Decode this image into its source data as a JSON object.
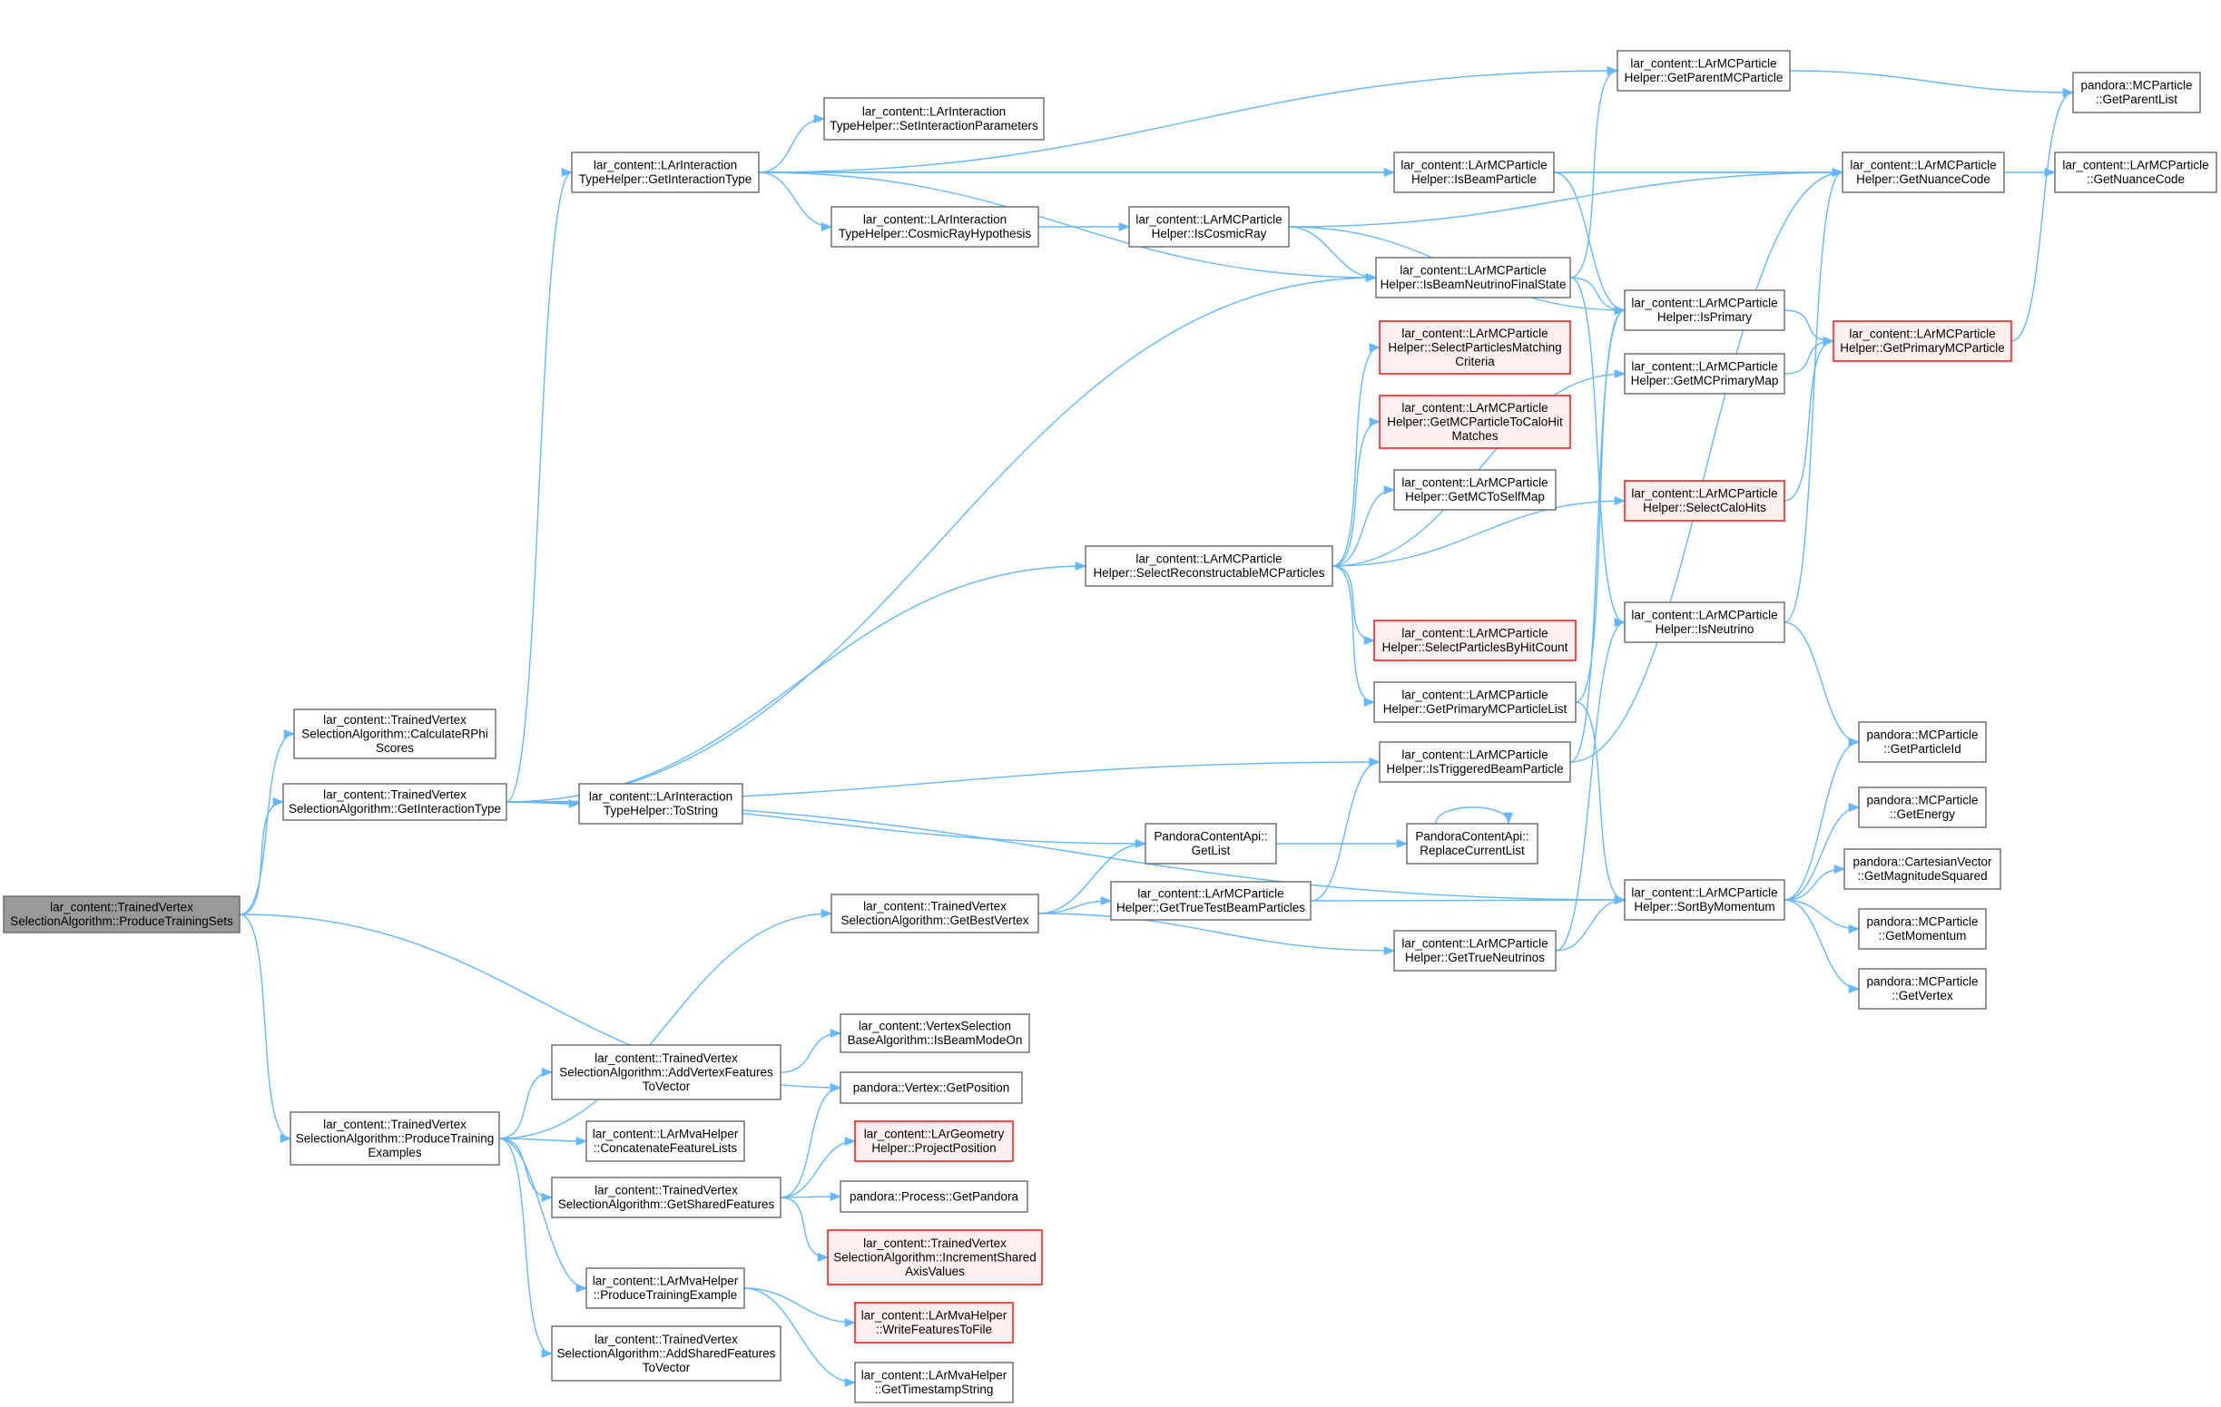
{
  "colors": {
    "edge": "#63b8ff",
    "box_border": "#666666",
    "box_fill": "#ffffff",
    "truncated_border": "#ff0000",
    "truncated_fill": "#fff0f0",
    "root_fill": "#999999",
    "root_border": "#666666"
  },
  "nodes": [
    {
      "id": "root",
      "lines": [
        "lar_content::TrainedVertex",
        "SelectionAlgorithm::ProduceTrainingSets"
      ],
      "style": "root"
    },
    {
      "id": "calcRPhi",
      "lines": [
        "lar_content::TrainedVertex",
        "SelectionAlgorithm::CalculateRPhi",
        "Scores"
      ],
      "style": "normal"
    },
    {
      "id": "getIntType",
      "lines": [
        "lar_content::TrainedVertex",
        "SelectionAlgorithm::GetInteractionType"
      ],
      "style": "normal"
    },
    {
      "id": "prodTrainEx",
      "lines": [
        "lar_content::TrainedVertex",
        "SelectionAlgorithm::ProduceTraining",
        "Examples"
      ],
      "style": "normal"
    },
    {
      "id": "litGetIntType",
      "lines": [
        "lar_content::LArInteraction",
        "TypeHelper::GetInteractionType"
      ],
      "style": "normal"
    },
    {
      "id": "litSetIntParams",
      "lines": [
        "lar_content::LArInteraction",
        "TypeHelper::SetInteractionParameters"
      ],
      "style": "normal"
    },
    {
      "id": "litCosmic",
      "lines": [
        "lar_content::LArInteraction",
        "TypeHelper::CosmicRayHypothesis"
      ],
      "style": "normal"
    },
    {
      "id": "litToString",
      "lines": [
        "lar_content::LArInteraction",
        "TypeHelper::ToString"
      ],
      "style": "normal"
    },
    {
      "id": "getBestVertex",
      "lines": [
        "lar_content::TrainedVertex",
        "SelectionAlgorithm::GetBestVertex"
      ],
      "style": "normal"
    },
    {
      "id": "isBeamModeOn",
      "lines": [
        "lar_content::VertexSelection",
        "BaseAlgorithm::IsBeamModeOn"
      ],
      "style": "normal"
    },
    {
      "id": "addVertexFeat",
      "lines": [
        "lar_content::TrainedVertex",
        "SelectionAlgorithm::AddVertexFeatures",
        "ToVector"
      ],
      "style": "normal"
    },
    {
      "id": "concatFeat",
      "lines": [
        "lar_content::LArMvaHelper",
        "::ConcatenateFeatureLists"
      ],
      "style": "normal"
    },
    {
      "id": "getShared",
      "lines": [
        "lar_content::TrainedVertex",
        "SelectionAlgorithm::GetSharedFeatures"
      ],
      "style": "normal"
    },
    {
      "id": "prodTrainExMva",
      "lines": [
        "lar_content::LArMvaHelper",
        "::ProduceTrainingExample"
      ],
      "style": "normal"
    },
    {
      "id": "addSharedFeat",
      "lines": [
        "lar_content::TrainedVertex",
        "SelectionAlgorithm::AddSharedFeatures",
        "ToVector"
      ],
      "style": "normal"
    },
    {
      "id": "vtxGetPos",
      "lines": [
        "pandora::Vertex::GetPosition"
      ],
      "style": "normal"
    },
    {
      "id": "projectPos",
      "lines": [
        "lar_content::LArGeometry",
        "Helper::ProjectPosition"
      ],
      "style": "truncated"
    },
    {
      "id": "getPandora",
      "lines": [
        "pandora::Process::GetPandora"
      ],
      "style": "normal"
    },
    {
      "id": "incShared",
      "lines": [
        "lar_content::TrainedVertex",
        "SelectionAlgorithm::IncrementShared",
        "AxisValues"
      ],
      "style": "truncated"
    },
    {
      "id": "writeFeat",
      "lines": [
        "lar_content::LArMvaHelper",
        "::WriteFeaturesToFile"
      ],
      "style": "truncated"
    },
    {
      "id": "getTimestamp",
      "lines": [
        "lar_content::LArMvaHelper",
        "::GetTimestampString"
      ],
      "style": "normal"
    },
    {
      "id": "isCosmicRay",
      "lines": [
        "lar_content::LArMCParticle",
        "Helper::IsCosmicRay"
      ],
      "style": "normal"
    },
    {
      "id": "selRecoMC",
      "lines": [
        "lar_content::LArMCParticle",
        "Helper::SelectReconstructableMCParticles"
      ],
      "style": "normal"
    },
    {
      "id": "getTrueTestBeam",
      "lines": [
        "lar_content::LArMCParticle",
        "Helper::GetTrueTestBeamParticles"
      ],
      "style": "normal"
    },
    {
      "id": "pcaGetList",
      "lines": [
        "PandoraContentApi::",
        "GetList"
      ],
      "style": "normal"
    },
    {
      "id": "isBeamParticle",
      "lines": [
        "lar_content::LArMCParticle",
        "Helper::IsBeamParticle"
      ],
      "style": "normal"
    },
    {
      "id": "isBeamNuFS",
      "lines": [
        "lar_content::LArMCParticle",
        "Helper::IsBeamNeutrinoFinalState"
      ],
      "style": "normal"
    },
    {
      "id": "selPartMatch",
      "lines": [
        "lar_content::LArMCParticle",
        "Helper::SelectParticlesMatching",
        "Criteria"
      ],
      "style": "truncated"
    },
    {
      "id": "getMCToCalo",
      "lines": [
        "lar_content::LArMCParticle",
        "Helper::GetMCParticleToCaloHit",
        "Matches"
      ],
      "style": "truncated"
    },
    {
      "id": "getMCToSelf",
      "lines": [
        "lar_content::LArMCParticle",
        "Helper::GetMCToSelfMap"
      ],
      "style": "normal"
    },
    {
      "id": "selByHitCount",
      "lines": [
        "lar_content::LArMCParticle",
        "Helper::SelectParticlesByHitCount"
      ],
      "style": "truncated"
    },
    {
      "id": "getPrimaryList",
      "lines": [
        "lar_content::LArMCParticle",
        "Helper::GetPrimaryMCParticleList"
      ],
      "style": "normal"
    },
    {
      "id": "isTriggeredBeam",
      "lines": [
        "lar_content::LArMCParticle",
        "Helper::IsTriggeredBeamParticle"
      ],
      "style": "normal"
    },
    {
      "id": "replaceList",
      "lines": [
        "PandoraContentApi::",
        "ReplaceCurrentList"
      ],
      "style": "normal"
    },
    {
      "id": "getTrueNu",
      "lines": [
        "lar_content::LArMCParticle",
        "Helper::GetTrueNeutrinos"
      ],
      "style": "normal"
    },
    {
      "id": "getParentMC",
      "lines": [
        "lar_content::LArMCParticle",
        "Helper::GetParentMCParticle"
      ],
      "style": "normal"
    },
    {
      "id": "isPrimary",
      "lines": [
        "lar_content::LArMCParticle",
        "Helper::IsPrimary"
      ],
      "style": "normal"
    },
    {
      "id": "getMCPrimaryMap",
      "lines": [
        "lar_content::LArMCParticle",
        "Helper::GetMCPrimaryMap"
      ],
      "style": "normal"
    },
    {
      "id": "selCaloHits",
      "lines": [
        "lar_content::LArMCParticle",
        "Helper::SelectCaloHits"
      ],
      "style": "truncated"
    },
    {
      "id": "isNeutrino",
      "lines": [
        "lar_content::LArMCParticle",
        "Helper::IsNeutrino"
      ],
      "style": "normal"
    },
    {
      "id": "sortByMomentum",
      "lines": [
        "lar_content::LArMCParticle",
        "Helper::SortByMomentum"
      ],
      "style": "normal"
    },
    {
      "id": "getNuanceCode",
      "lines": [
        "lar_content::LArMCParticle",
        "Helper::GetNuanceCode"
      ],
      "style": "normal"
    },
    {
      "id": "getPrimaryMC",
      "lines": [
        "lar_content::LArMCParticle",
        "Helper::GetPrimaryMCParticle"
      ],
      "style": "truncated"
    },
    {
      "id": "pGetParentList",
      "lines": [
        "pandora::MCParticle",
        "::GetParentList"
      ],
      "style": "normal"
    },
    {
      "id": "pGetNuanceCode",
      "lines": [
        "lar_content::LArMCParticle",
        "::GetNuanceCode"
      ],
      "style": "normal"
    },
    {
      "id": "pGetParticleId",
      "lines": [
        "pandora::MCParticle",
        "::GetParticleId"
      ],
      "style": "normal"
    },
    {
      "id": "pGetEnergy",
      "lines": [
        "pandora::MCParticle",
        "::GetEnergy"
      ],
      "style": "normal"
    },
    {
      "id": "pGetMagSq",
      "lines": [
        "pandora::CartesianVector",
        "::GetMagnitudeSquared"
      ],
      "style": "normal"
    },
    {
      "id": "pGetMomentum",
      "lines": [
        "pandora::MCParticle",
        "::GetMomentum"
      ],
      "style": "normal"
    },
    {
      "id": "pGetVertex",
      "lines": [
        "pandora::MCParticle",
        "::GetVertex"
      ],
      "style": "normal"
    }
  ],
  "edges": [
    [
      "root",
      "calcRPhi"
    ],
    [
      "root",
      "getIntType"
    ],
    [
      "root",
      "prodTrainEx"
    ],
    [
      "root",
      "vtxGetPos"
    ],
    [
      "getIntType",
      "litGetIntType"
    ],
    [
      "getIntType",
      "litToString"
    ],
    [
      "getIntType",
      "selRecoMC"
    ],
    [
      "getIntType",
      "pcaGetList"
    ],
    [
      "getIntType",
      "isBeamNuFS"
    ],
    [
      "getIntType",
      "isTriggeredBeam"
    ],
    [
      "getIntType",
      "sortByMomentum"
    ],
    [
      "litGetIntType",
      "litSetIntParams"
    ],
    [
      "litGetIntType",
      "litCosmic"
    ],
    [
      "litGetIntType",
      "isBeamParticle"
    ],
    [
      "litGetIntType",
      "isBeamNuFS"
    ],
    [
      "litGetIntType",
      "getParentMC"
    ],
    [
      "litGetIntType",
      "getNuanceCode"
    ],
    [
      "litCosmic",
      "isCosmicRay"
    ],
    [
      "isCosmicRay",
      "isBeamNuFS"
    ],
    [
      "isCosmicRay",
      "isPrimary"
    ],
    [
      "isCosmicRay",
      "getNuanceCode"
    ],
    [
      "isBeamParticle",
      "getNuanceCode"
    ],
    [
      "isBeamParticle",
      "isPrimary"
    ],
    [
      "isBeamNuFS",
      "getParentMC"
    ],
    [
      "isBeamNuFS",
      "isPrimary"
    ],
    [
      "isBeamNuFS",
      "isNeutrino"
    ],
    [
      "selRecoMC",
      "selPartMatch"
    ],
    [
      "selRecoMC",
      "getMCToCalo"
    ],
    [
      "selRecoMC",
      "getMCToSelf"
    ],
    [
      "selRecoMC",
      "selByHitCount"
    ],
    [
      "selRecoMC",
      "getPrimaryList"
    ],
    [
      "selRecoMC",
      "selCaloHits"
    ],
    [
      "selRecoMC",
      "getMCPrimaryMap"
    ],
    [
      "getPrimaryList",
      "isPrimary"
    ],
    [
      "getPrimaryList",
      "sortByMomentum"
    ],
    [
      "isTriggeredBeam",
      "isPrimary"
    ],
    [
      "isTriggeredBeam",
      "getNuanceCode"
    ],
    [
      "prodTrainEx",
      "getBestVertex"
    ],
    [
      "prodTrainEx",
      "addVertexFeat"
    ],
    [
      "prodTrainEx",
      "concatFeat"
    ],
    [
      "prodTrainEx",
      "getShared"
    ],
    [
      "prodTrainEx",
      "prodTrainExMva"
    ],
    [
      "prodTrainEx",
      "addSharedFeat"
    ],
    [
      "getBestVertex",
      "pcaGetList"
    ],
    [
      "getBestVertex",
      "getTrueTestBeam"
    ],
    [
      "getBestVertex",
      "getTrueNu"
    ],
    [
      "getTrueTestBeam",
      "isTriggeredBeam"
    ],
    [
      "getTrueTestBeam",
      "sortByMomentum"
    ],
    [
      "getTrueNu",
      "isNeutrino"
    ],
    [
      "getTrueNu",
      "sortByMomentum"
    ],
    [
      "pcaGetList",
      "replaceList"
    ],
    [
      "replaceList",
      "replaceList"
    ],
    [
      "addVertexFeat",
      "isBeamModeOn"
    ],
    [
      "getShared",
      "vtxGetPos"
    ],
    [
      "getShared",
      "projectPos"
    ],
    [
      "getShared",
      "getPandora"
    ],
    [
      "getShared",
      "incShared"
    ],
    [
      "prodTrainExMva",
      "writeFeat"
    ],
    [
      "prodTrainExMva",
      "getTimestamp"
    ],
    [
      "getParentMC",
      "pGetParentList"
    ],
    [
      "isPrimary",
      "getPrimaryMC"
    ],
    [
      "getMCPrimaryMap",
      "getPrimaryMC"
    ],
    [
      "selCaloHits",
      "getPrimaryMC"
    ],
    [
      "getPrimaryMC",
      "pGetParentList"
    ],
    [
      "getNuanceCode",
      "pGetNuanceCode"
    ],
    [
      "isNeutrino",
      "getNuanceCode"
    ],
    [
      "isNeutrino",
      "pGetParticleId"
    ],
    [
      "sortByMomentum",
      "pGetParticleId"
    ],
    [
      "sortByMomentum",
      "pGetEnergy"
    ],
    [
      "sortByMomentum",
      "pGetMagSq"
    ],
    [
      "sortByMomentum",
      "pGetMomentum"
    ],
    [
      "sortByMomentum",
      "pGetVertex"
    ]
  ]
}
